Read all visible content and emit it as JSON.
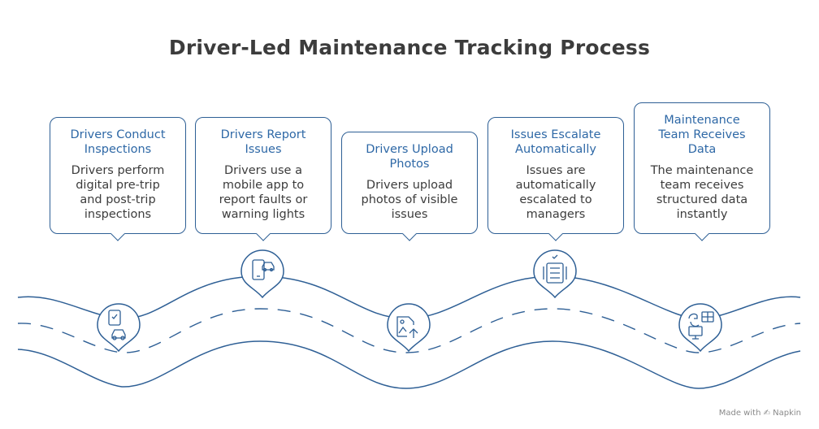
{
  "title": "Driver-Led Maintenance Tracking Process",
  "steps": [
    {
      "heading": "Drivers Conduct Inspections",
      "text": "Drivers perform digital pre-trip and post-trip inspections",
      "icon": "inspection-car-icon"
    },
    {
      "heading": "Drivers Report Issues",
      "text": "Drivers use a mobile app to report faults or warning lights",
      "icon": "mobile-car-icon"
    },
    {
      "heading": "Drivers Upload Photos",
      "text": "Drivers upload photos of visible issues",
      "icon": "photo-upload-icon"
    },
    {
      "heading": "Issues Escalate Automatically",
      "text": "Issues are automatically escalated to managers",
      "icon": "checklist-escalate-icon"
    },
    {
      "heading": "Maintenance Team Receives Data",
      "text": "The maintenance team receives structured data instantly",
      "icon": "data-transfer-monitor-icon"
    }
  ],
  "footer": "Made with ✍ Napkin",
  "colors": {
    "accent": "#2e5f95",
    "heading": "#2e68a6",
    "road": "#2e5f95"
  }
}
